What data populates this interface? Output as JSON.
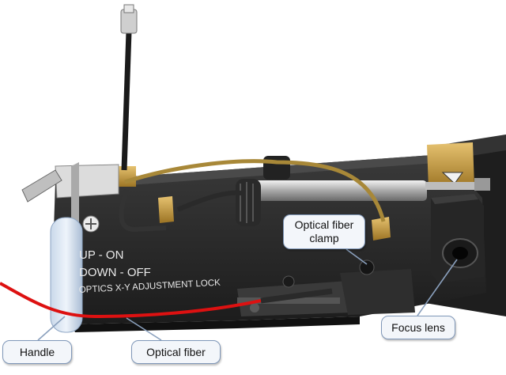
{
  "plate": {
    "line1": "UP - ON",
    "line2": "DOWN - OFF",
    "line3": "OPTICS X-Y ADJUSTMENT LOCK"
  },
  "callouts": {
    "clamp_line1": "Optical fiber",
    "clamp_line2": "clamp",
    "focus_lens": "Focus lens",
    "handle": "Handle",
    "optical_fiber": "Optical fiber"
  },
  "colors": {
    "body": "#2a2a2a",
    "brass": "#c8a040",
    "fiber": "#dd1111",
    "callout_border": "#7f97b8"
  }
}
